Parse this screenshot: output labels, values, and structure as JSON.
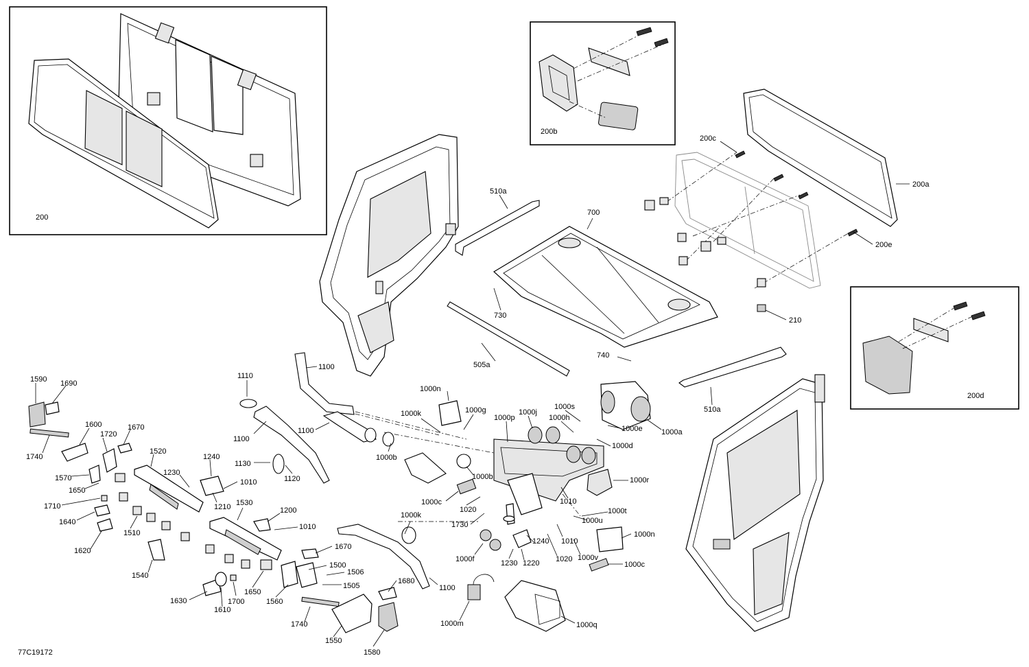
{
  "drawing_id": "77C19172",
  "inset_labels": {
    "rear_window": "200",
    "latch_upper": "200b",
    "latch_lower": "200d"
  },
  "labels": {
    "l_200c": "200c",
    "l_200a": "200a",
    "l_200e": "200e",
    "l_210": "210",
    "l_510a_top": "510a",
    "l_700": "700",
    "l_730": "730",
    "l_740": "740",
    "l_505a": "505a",
    "l_510a_bot": "510a",
    "l_1100_a": "1100",
    "l_1110": "1110",
    "l_1100_b": "1100",
    "l_1100_c": "1100",
    "l_1130": "1130",
    "l_1120": "1120",
    "l_1000n_a": "1000n",
    "l_1000k_a": "1000k",
    "l_1000g": "1000g",
    "l_1000p": "1000p",
    "l_1000j": "1000j",
    "l_1000s": "1000s",
    "l_1000h": "1000h",
    "l_1000e": "1000e",
    "l_1000a": "1000a",
    "l_1000d": "1000d",
    "l_1000b_a": "1000b",
    "l_1000b_b": "1000b",
    "l_1000r": "1000r",
    "l_1000c_a": "1000c",
    "l_1020_a": "1020",
    "l_1010_a": "1010",
    "l_1000t": "1000t",
    "l_1000u": "1000u",
    "l_1000n_b": "1000n",
    "l_1000k_b": "1000k",
    "l_1730": "1730",
    "l_1010_b": "1010",
    "l_1240_a": "1240",
    "l_1020_b": "1020",
    "l_1000v": "1000v",
    "l_1000c_b": "1000c",
    "l_1000f": "1000f",
    "l_1230_a": "1230",
    "l_1220": "1220",
    "l_1100_d": "1100",
    "l_1000m": "1000m",
    "l_1000q": "1000q",
    "l_1590": "1590",
    "l_1690": "1690",
    "l_1600": "1600",
    "l_1670_a": "1670",
    "l_1720": "1720",
    "l_1740_a": "1740",
    "l_1520": "1520",
    "l_1240_b": "1240",
    "l_1230_b": "1230",
    "l_1010_c": "1010",
    "l_1570": "1570",
    "l_1650_a": "1650",
    "l_1210": "1210",
    "l_1710": "1710",
    "l_1530": "1530",
    "l_1200": "1200",
    "l_1640": "1640",
    "l_1510": "1510",
    "l_1010_d": "1010",
    "l_1620": "1620",
    "l_1670_b": "1670",
    "l_1540": "1540",
    "l_1500": "1500",
    "l_1506": "1506",
    "l_1505": "1505",
    "l_1680": "1680",
    "l_1630": "1630",
    "l_1610": "1610",
    "l_1700": "1700",
    "l_1650_b": "1650",
    "l_1560": "1560",
    "l_1740_b": "1740",
    "l_1550": "1550",
    "l_1580": "1580"
  }
}
